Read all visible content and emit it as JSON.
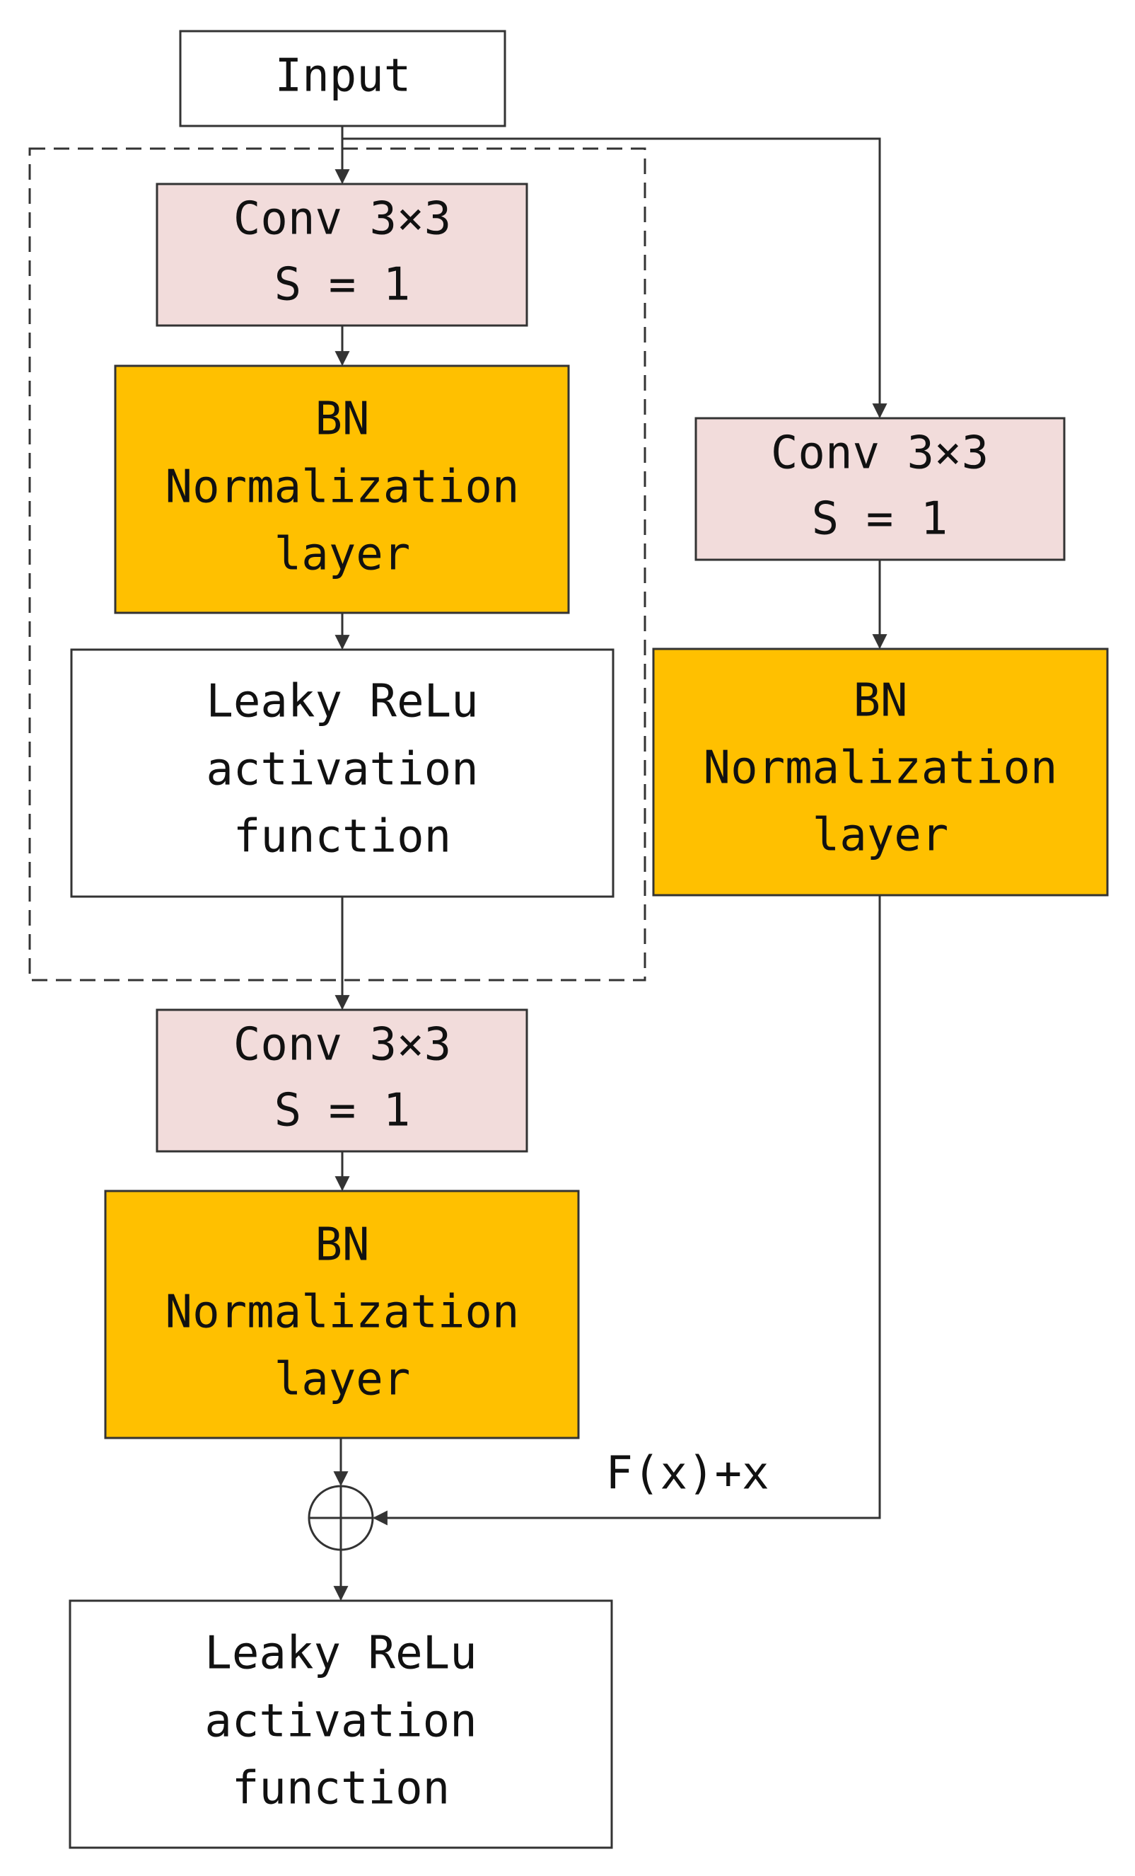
{
  "diagram": {
    "input": "Input",
    "main_conv_1": {
      "line1": "Conv 3×3",
      "line2": "S = 1"
    },
    "main_bn_1": {
      "line1": "BN",
      "line2": "Normalization",
      "line3": "layer"
    },
    "main_act_1": {
      "line1": "Leaky ReLu",
      "line2": "activation",
      "line3": "function"
    },
    "main_conv_2": {
      "line1": "Conv 3×3",
      "line2": "S = 1"
    },
    "main_bn_2": {
      "line1": "BN",
      "line2": "Normalization",
      "line3": "layer"
    },
    "out_act": {
      "line1": "Leaky ReLu",
      "line2": "activation",
      "line3": "function"
    },
    "shortcut_conv": {
      "line1": "Conv 3×3",
      "line2": "S = 1"
    },
    "shortcut_bn": {
      "line1": "BN",
      "line2": "Normalization",
      "line3": "layer"
    },
    "sum_label": "F(x)+x",
    "colors": {
      "conv_fill": "#f2dcdb",
      "bn_fill": "#ffc000",
      "plain_fill": "#ffffff",
      "stroke": "#333333"
    }
  }
}
